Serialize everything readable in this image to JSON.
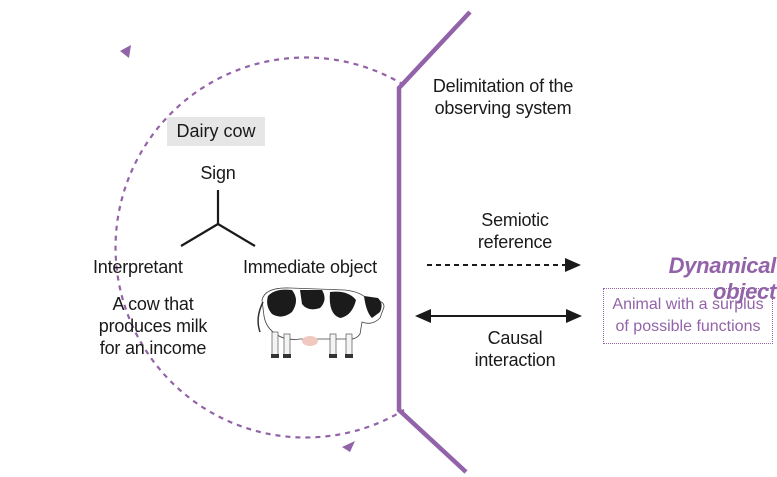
{
  "diagram": {
    "label_box": "Dairy cow",
    "sign": "Sign",
    "interpretant": "Interpretant",
    "immediate_object": "Immediate object",
    "interpretant_desc": [
      "A cow that",
      "produces milk",
      "for an income"
    ],
    "boundary_label": [
      "Delimitation of the",
      "observing system"
    ],
    "semiotic_reference": [
      "Semiotic",
      "reference"
    ],
    "causal_interaction": [
      "Causal",
      "interaction"
    ],
    "dynamical_object": "Dynamical object",
    "dynamical_desc": [
      "Animal with a surplus",
      "of possible functions"
    ],
    "colors": {
      "accent": "#9263a8",
      "text": "#1a1a1a",
      "label_bg": "#e6e6e6"
    }
  }
}
